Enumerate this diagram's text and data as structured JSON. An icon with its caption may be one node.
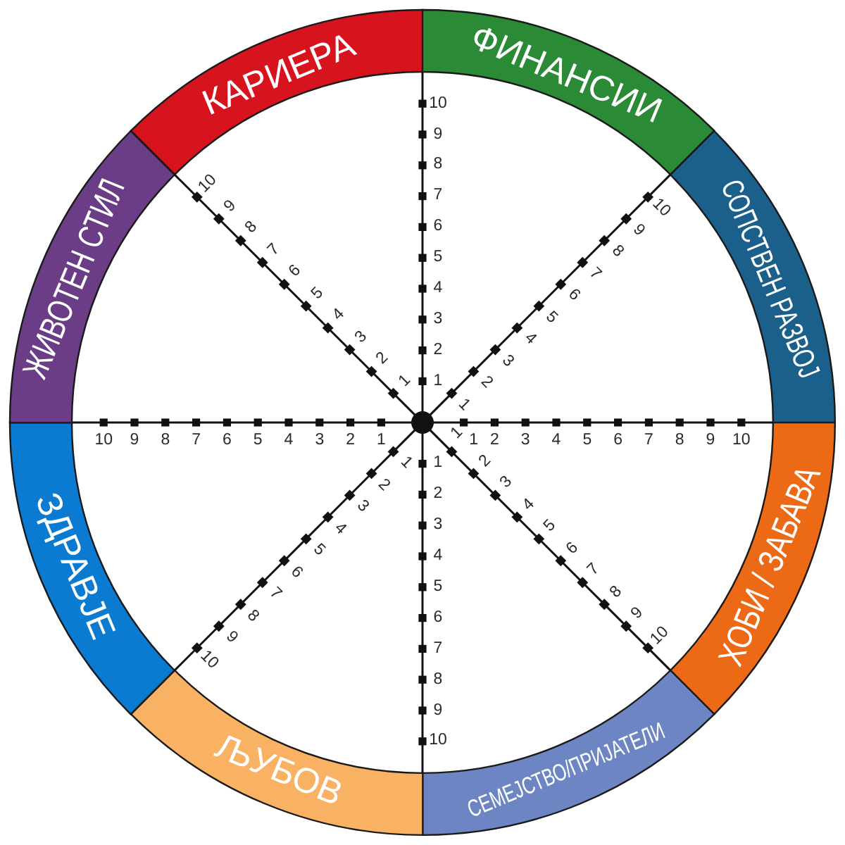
{
  "diagram": {
    "nodes": [
      {
        "text": [
          "КАРИЕРА"
        ]
      },
      {
        "text": [
          "ФИНАНСИИ"
        ]
      },
      {
        "text": [
          "СОПСТВЕН РАЗВОЈ"
        ]
      },
      {
        "text": [
          "ХОБИ / ЗАБАВА"
        ]
      },
      {
        "text": [
          "СЕМЕЈСТВО/ПРИЈАТЕЛИ"
        ]
      },
      {
        "text": [
          "ЉУБОВ"
        ]
      },
      {
        "text": [
          "ЗДРАВЈЕ"
        ]
      },
      {
        "text": [
          "ЖИВОТЕН СТИЛ"
        ]
      }
    ],
    "labels": [
      "1",
      "2",
      "3",
      "4",
      "5",
      "6",
      "7",
      "8",
      "9",
      "10",
      "1",
      "2",
      "3",
      "4",
      "5",
      "6",
      "7",
      "8",
      "9",
      "10",
      "1",
      "2",
      "3",
      "4",
      "5",
      "6",
      "7",
      "8",
      "9",
      "10",
      "1",
      "2",
      "3",
      "4",
      "5",
      "6",
      "7",
      "8",
      "9",
      "10",
      "1",
      "2",
      "3",
      "4",
      "5",
      "6",
      "7",
      "8",
      "9",
      "10",
      "1",
      "2",
      "3",
      "4",
      "5",
      "6",
      "7",
      "8",
      "9",
      "10",
      "1",
      "2",
      "3",
      "4",
      "5",
      "6",
      "7",
      "8",
      "9",
      "10",
      "1",
      "2",
      "3",
      "4",
      "5",
      "6",
      "7",
      "8",
      "9",
      "10"
    ]
  }
}
